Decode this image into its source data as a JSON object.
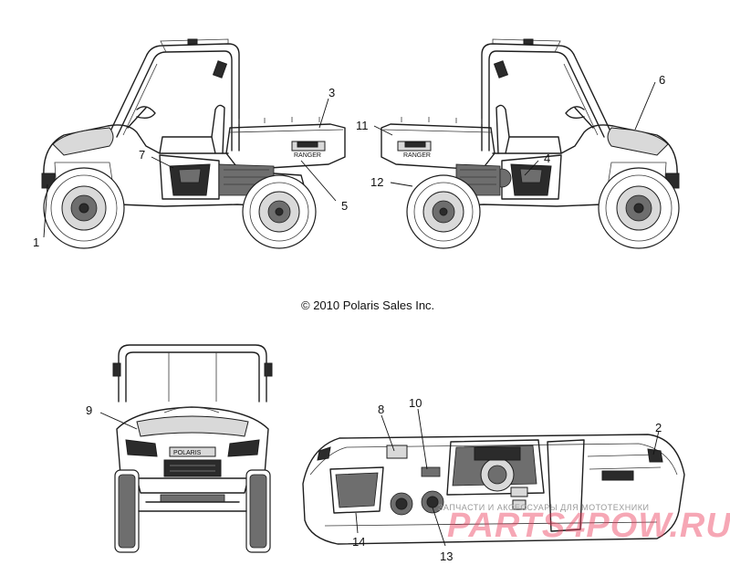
{
  "copyright": "© 2010 Polaris Sales Inc.",
  "decal_text": {
    "brand": "RANGER",
    "badge": "POLARIS"
  },
  "callouts": {
    "c1": "1",
    "c2": "2",
    "c3": "3",
    "c4": "4",
    "c5": "5",
    "c6": "6",
    "c7": "7",
    "c8": "8",
    "c9": "9",
    "c10": "10",
    "c11": "11",
    "c12": "12",
    "c13": "13",
    "c14": "14"
  },
  "watermark": {
    "tagline": "ЗАПЧАСТИ И АКСЕССУАРЫ ДЛЯ МОТОТЕХНИКИ",
    "logo": "PARTS4POW.RU"
  },
  "colors": {
    "line": "#1e1e1e",
    "watermark_logo": "#eb3c5a"
  }
}
